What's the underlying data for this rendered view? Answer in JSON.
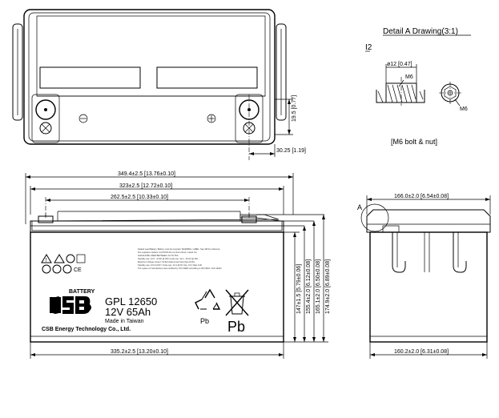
{
  "detail": {
    "title": "Detail A Drawing(3:1)",
    "ref": "I2",
    "bolt_dia": "ø12",
    "bolt_dia_in": "[0.47]",
    "thread_label": "M6",
    "nut_label": "M6",
    "caption": "[M6 bolt & nut]"
  },
  "top_view": {
    "terminal_height": "19.5",
    "terminal_height_in": "[0.77]",
    "terminal_offset": "30.25",
    "terminal_offset_in": "[1.19]"
  },
  "front_view": {
    "overall_length": "349.4±2.5",
    "overall_length_in": "[13.76±0.10]",
    "lid_length": "323±2.5",
    "lid_length_in": "[12.72±0.10]",
    "terminal_spacing": "262.5±2.5",
    "terminal_spacing_in": "[10.33±0.10]",
    "base_length": "335.2±2.5",
    "base_length_in": "[13.20±0.10]",
    "heights": [
      {
        "value": "147±1.5",
        "inch": "[5.79±0.06]"
      },
      {
        "value": "155.4±2.0",
        "inch": "[6.12±0.08]"
      },
      {
        "value": "165.1±2.0",
        "inch": "[6.50±0.08]"
      },
      {
        "value": "174.9±2.0",
        "inch": "[6.89±0.08]"
      }
    ]
  },
  "label": {
    "brand_word": "BATTERY",
    "model": "GPL 12650",
    "spec": "12V 65Ah",
    "made_in": "Made in Taiwan",
    "company": "CSB Energy Technology Co., Ltd.",
    "pb_left": "Pb",
    "pb_right": "Pb",
    "ce": "CE",
    "warning_lines": [
      "Sealed Lead Battery. Battery must be recycled. WARNING: LABEL. See GB for reference",
      "Fire explosion hazard. CAUTION Do not short-circuit / stand. No.",
      "SHOULD BE USED BETWEEN -15 TO 50C",
      "Standby use: 13.5 - 13.8V @ 25C Cycle use: 14.4 - 15.0V @ 25C",
      "Maximum charge current: 19.5A  Initial current less than 19.5A",
      "Standby use: 13.5-13.8V / Cycle use: 14.4-15.0V   Use: 0.1C Max 0.3C",
      "The system of manufacture was certified by TUV-CERT according to ISO 9001 / ISO 14001"
    ]
  },
  "side_view": {
    "top_width": "166.0±2.0",
    "top_width_in": "[6.54±0.08]",
    "bottom_width": "160.2±2.0",
    "bottom_width_in": "[6.31±0.08]",
    "detail_marker": "A"
  }
}
